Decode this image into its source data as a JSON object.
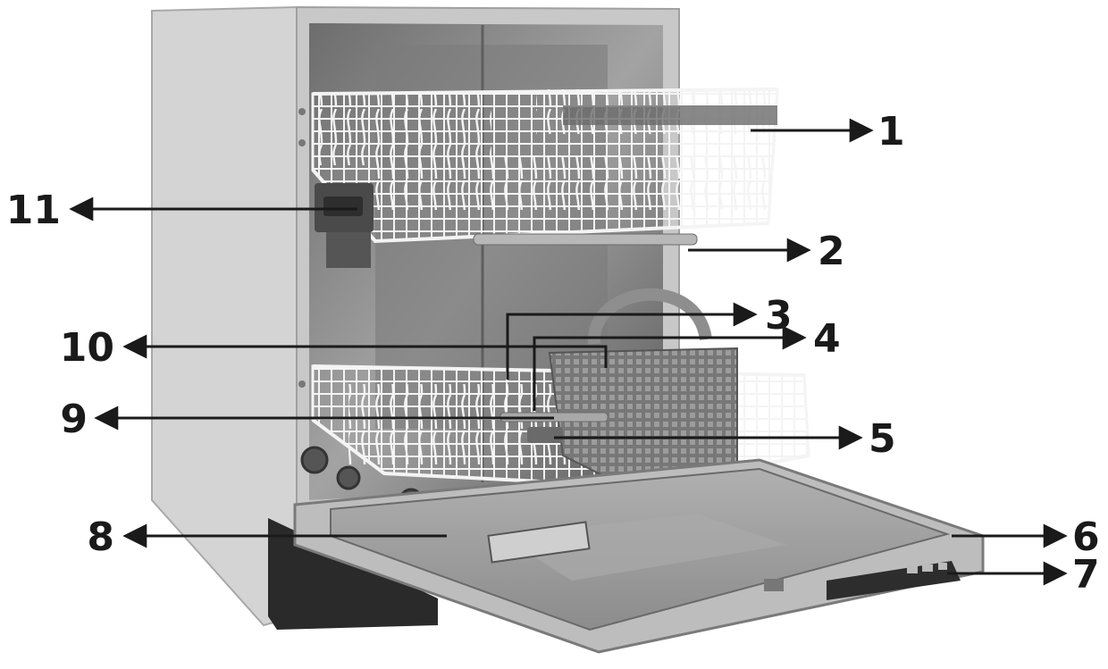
{
  "diagram": {
    "subject": "dishwasher",
    "colors": {
      "cabinet": "#d4d4d4",
      "cabinet_edge": "#a8a8a8",
      "tub": "#8a8a8a",
      "tub_dark": "#5e5e5e",
      "rack_wire": "#f4f4f4",
      "door_inner": "#9a9a9a",
      "door_frame": "#bdbdbd",
      "line": "#1a1a1a"
    },
    "callouts": [
      {
        "id": "1",
        "label": "1"
      },
      {
        "id": "2",
        "label": "2"
      },
      {
        "id": "3",
        "label": "3"
      },
      {
        "id": "4",
        "label": "4"
      },
      {
        "id": "5",
        "label": "5"
      },
      {
        "id": "6",
        "label": "6"
      },
      {
        "id": "7",
        "label": "7"
      },
      {
        "id": "8",
        "label": "8"
      },
      {
        "id": "9",
        "label": "9"
      },
      {
        "id": "10",
        "label": "10"
      },
      {
        "id": "11",
        "label": "11"
      }
    ]
  }
}
